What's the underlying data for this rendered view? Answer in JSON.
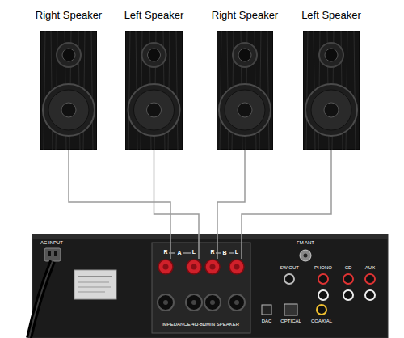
{
  "diagram": {
    "nodes": [
      {
        "text": [
          "Right Speaker"
        ]
      },
      {
        "text": [
          "Left Speaker"
        ]
      },
      {
        "text": [
          "Right Speaker"
        ]
      },
      {
        "text": [
          "Left Speaker"
        ]
      },
      {
        "text": [
          "IMPEDANCE 4Ω-8ΩMIN SPEAKER"
        ]
      },
      {
        "text": [
          "R"
        ],
        "in": 4
      },
      {
        "text": [
          "L"
        ],
        "in": 4
      },
      {
        "text": [
          "R"
        ],
        "in": 4
      },
      {
        "text": [
          "L"
        ],
        "in": 4
      }
    ],
    "edges": [
      {
        "from": 0,
        "to": 5,
        "arrow": "none"
      },
      {
        "from": 1,
        "to": 6,
        "arrow": "none"
      },
      {
        "from": 2,
        "to": 7,
        "arrow": "none"
      },
      {
        "from": 3,
        "to": 8,
        "arrow": "none"
      }
    ],
    "labels": [
      "A",
      "B",
      "AC INPUT",
      "FM ANT",
      "SW OUT",
      "PHONO",
      "CD",
      "AUX",
      "DAC",
      "OPTICAL",
      "COAXIAL"
    ]
  }
}
